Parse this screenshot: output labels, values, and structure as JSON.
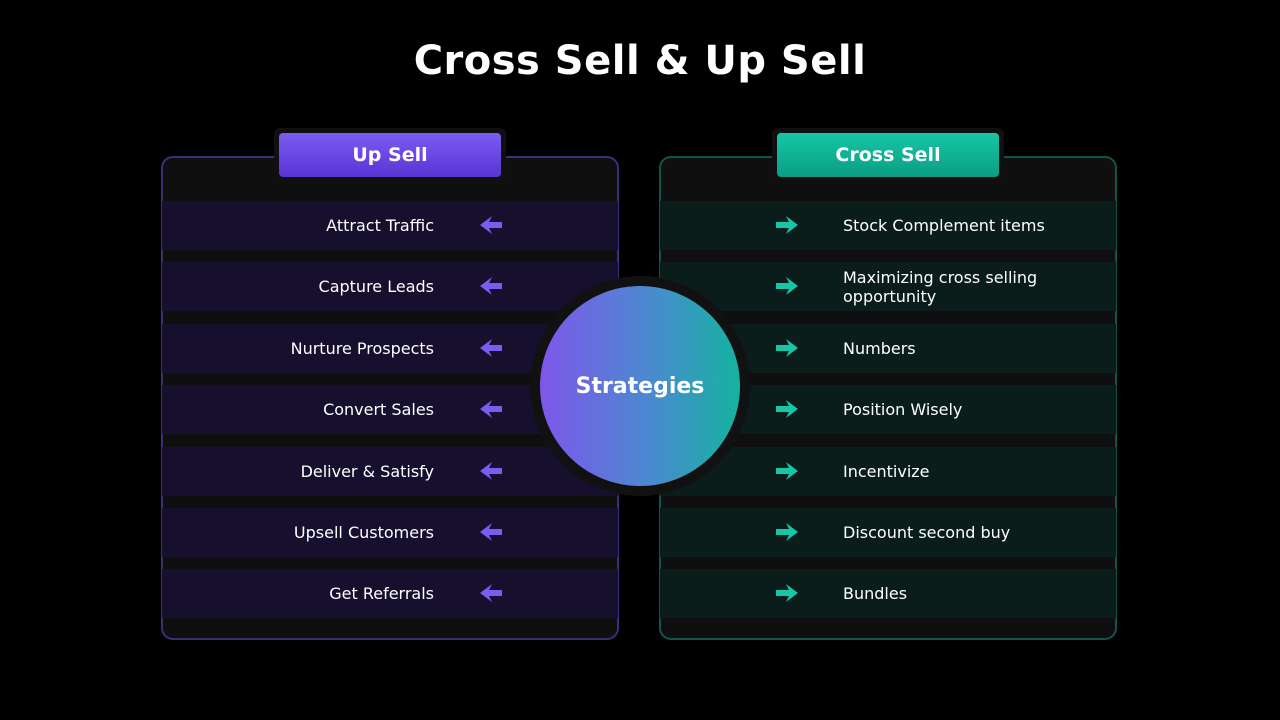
{
  "title": "Cross Sell & Up Sell",
  "colors": {
    "upsell_accent": "#7b5cf0",
    "crosssell_accent": "#16c6a6",
    "background": "#000000"
  },
  "center": {
    "label": "Strategies"
  },
  "upsell": {
    "header": "Up Sell",
    "arrow_icon": "arrow-left-icon",
    "items": [
      "Attract Traffic",
      "Capture Leads",
      "Nurture Prospects",
      "Convert Sales",
      "Deliver & Satisfy",
      "Upsell Customers",
      "Get Referrals"
    ]
  },
  "crosssell": {
    "header": "Cross Sell",
    "arrow_icon": "arrow-right-icon",
    "items": [
      "Stock Complement items",
      "Maximizing cross selling opportunity",
      "Numbers",
      "Position Wisely",
      "Incentivize",
      "Discount second buy",
      "Bundles"
    ]
  }
}
